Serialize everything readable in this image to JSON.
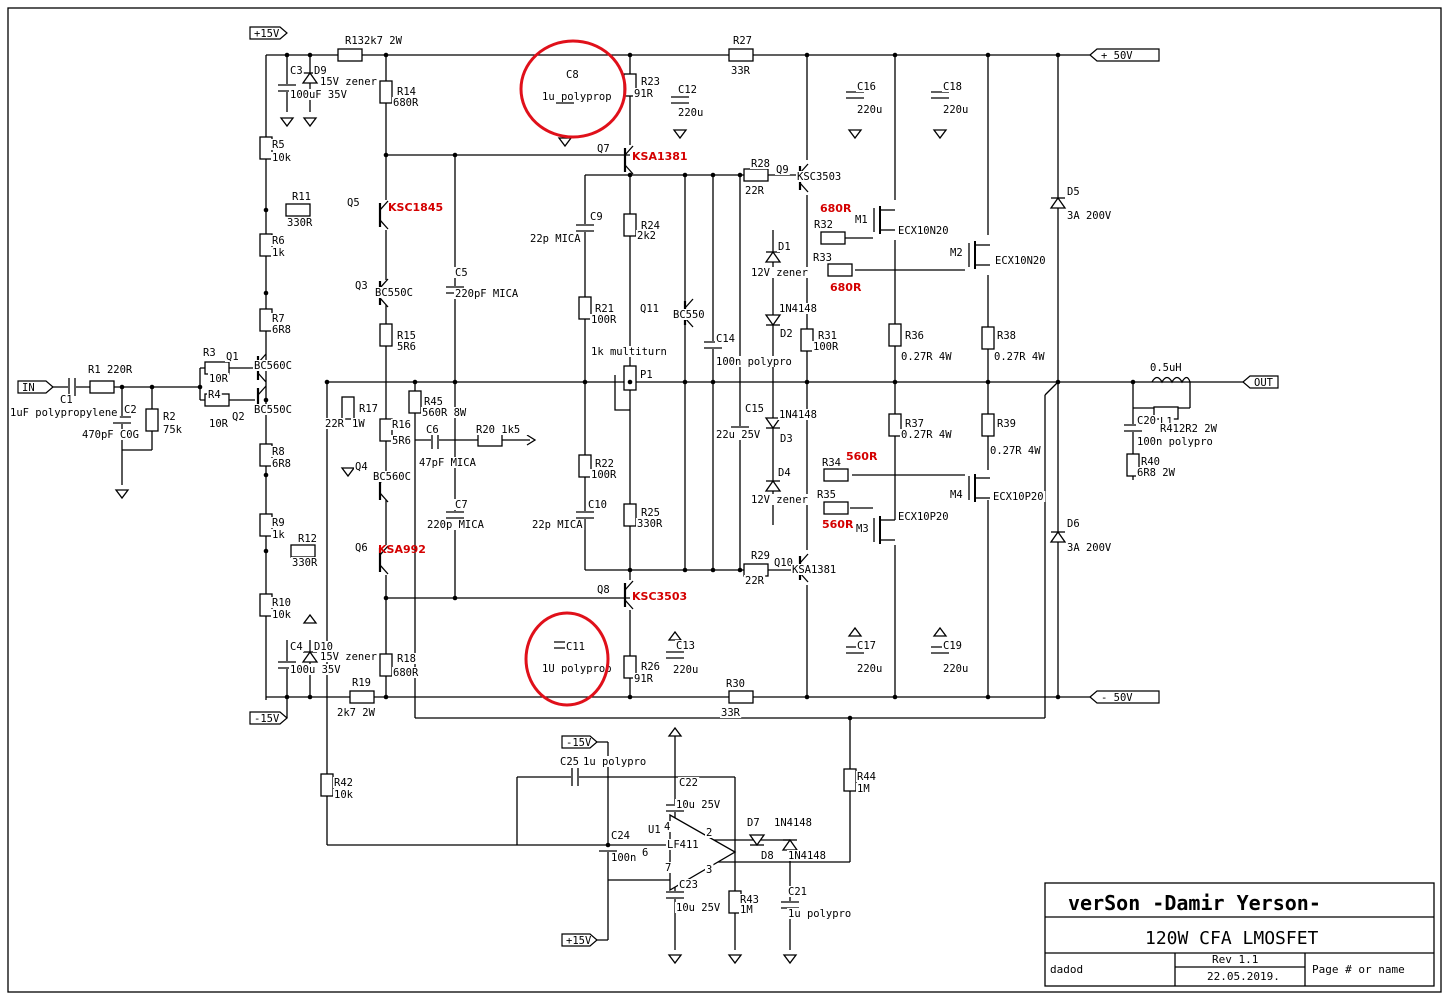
{
  "power_rails": {
    "pos15": "+15V",
    "neg15": "-15V",
    "pos50": "+ 50V",
    "neg50": "- 50V",
    "in": "IN",
    "out": "OUT",
    "opamp_pos15": "+15V",
    "opamp_neg15": "-15V"
  },
  "parts": [
    {
      "id": "r1",
      "text": "R1  220R"
    },
    {
      "id": "c1",
      "text": "C1"
    },
    {
      "id": "c1v",
      "text": "1uF polypropylene"
    },
    {
      "id": "c2",
      "text": "C2"
    },
    {
      "id": "c2v",
      "text": "470pF C0G"
    },
    {
      "id": "r2",
      "text": "R2"
    },
    {
      "id": "r2v",
      "text": "75k"
    },
    {
      "id": "r3",
      "text": "R3"
    },
    {
      "id": "r3v",
      "text": "10R"
    },
    {
      "id": "r4",
      "text": "R4"
    },
    {
      "id": "r4v",
      "text": "10R"
    },
    {
      "id": "q1",
      "text": "Q1"
    },
    {
      "id": "q1v",
      "text": "BC560C"
    },
    {
      "id": "q2",
      "text": "Q2"
    },
    {
      "id": "q2v",
      "text": "BC550C"
    },
    {
      "id": "c3",
      "text": "C3"
    },
    {
      "id": "c3v",
      "text": "100uF 35V"
    },
    {
      "id": "d9",
      "text": "D9"
    },
    {
      "id": "d9v",
      "text": "15V zener"
    },
    {
      "id": "r13",
      "text": "R132k7 2W"
    },
    {
      "id": "r14",
      "text": "R14"
    },
    {
      "id": "r14v",
      "text": "680R"
    },
    {
      "id": "r5",
      "text": "R5"
    },
    {
      "id": "r5v",
      "text": "10k"
    },
    {
      "id": "r11",
      "text": "R11"
    },
    {
      "id": "r11v",
      "text": "330R"
    },
    {
      "id": "q5",
      "text": "Q5"
    },
    {
      "id": "r6",
      "text": "R6"
    },
    {
      "id": "r6v",
      "text": "1k"
    },
    {
      "id": "q3",
      "text": "Q3"
    },
    {
      "id": "q3v",
      "text": "BC550C"
    },
    {
      "id": "r7",
      "text": "R7"
    },
    {
      "id": "r7v",
      "text": "6R8"
    },
    {
      "id": "r15",
      "text": "R15"
    },
    {
      "id": "r15v",
      "text": "5R6"
    },
    {
      "id": "r17",
      "text": "R17"
    },
    {
      "id": "r17a",
      "text": "22R"
    },
    {
      "id": "r17b",
      "text": "1W"
    },
    {
      "id": "r16",
      "text": "R16"
    },
    {
      "id": "r16v",
      "text": "5R6"
    },
    {
      "id": "r45",
      "text": "R45"
    },
    {
      "id": "r45v",
      "text": "560R 8W"
    },
    {
      "id": "r8",
      "text": "R8"
    },
    {
      "id": "r8v",
      "text": "6R8"
    },
    {
      "id": "q4",
      "text": "Q4"
    },
    {
      "id": "q4v",
      "text": "BC560C"
    },
    {
      "id": "r9",
      "text": "R9"
    },
    {
      "id": "r9v",
      "text": "1k"
    },
    {
      "id": "r12",
      "text": "R12"
    },
    {
      "id": "r12v",
      "text": "330R"
    },
    {
      "id": "q6",
      "text": "Q6"
    },
    {
      "id": "r10",
      "text": "R10"
    },
    {
      "id": "r10v",
      "text": "10k"
    },
    {
      "id": "c4",
      "text": "C4"
    },
    {
      "id": "c4v",
      "text": "100u 35V"
    },
    {
      "id": "d10",
      "text": "D10"
    },
    {
      "id": "d10v",
      "text": "15V zener"
    },
    {
      "id": "r18",
      "text": "R18"
    },
    {
      "id": "r18v",
      "text": "680R"
    },
    {
      "id": "r19",
      "text": "R19"
    },
    {
      "id": "r19v",
      "text": "2k7 2W"
    },
    {
      "id": "c5",
      "text": "C5"
    },
    {
      "id": "c5v",
      "text": "220pF MICA"
    },
    {
      "id": "c6",
      "text": "C6"
    },
    {
      "id": "c6v",
      "text": "47pF MICA"
    },
    {
      "id": "r20",
      "text": "R20  1k5"
    },
    {
      "id": "c7",
      "text": "C7"
    },
    {
      "id": "c7v",
      "text": "220p MICA"
    },
    {
      "id": "c8",
      "text": "C8"
    },
    {
      "id": "c8v",
      "text": "1u polyprop"
    },
    {
      "id": "r23",
      "text": "R23"
    },
    {
      "id": "r23v",
      "text": "91R"
    },
    {
      "id": "c12",
      "text": "C12"
    },
    {
      "id": "c12v",
      "text": "220u"
    },
    {
      "id": "q7",
      "text": "Q7"
    },
    {
      "id": "c9",
      "text": "C9"
    },
    {
      "id": "c9v",
      "text": "22p MICA"
    },
    {
      "id": "r24",
      "text": "R24"
    },
    {
      "id": "r24v",
      "text": "2k2"
    },
    {
      "id": "r21",
      "text": "R21"
    },
    {
      "id": "r21v",
      "text": "100R"
    },
    {
      "id": "q11",
      "text": "Q11"
    },
    {
      "id": "q11v",
      "text": "BC550"
    },
    {
      "id": "p1l",
      "text": "1k multiturn"
    },
    {
      "id": "p1",
      "text": "P1"
    },
    {
      "id": "r22",
      "text": "R22"
    },
    {
      "id": "r22v",
      "text": "100R"
    },
    {
      "id": "c10",
      "text": "C10"
    },
    {
      "id": "c10v",
      "text": "22p MICA"
    },
    {
      "id": "r25",
      "text": "R25"
    },
    {
      "id": "r25v",
      "text": "330R"
    },
    {
      "id": "q8",
      "text": "Q8"
    },
    {
      "id": "c11",
      "text": "C11"
    },
    {
      "id": "c11v",
      "text": "1U polyprop"
    },
    {
      "id": "r26",
      "text": "R26"
    },
    {
      "id": "r26v",
      "text": "91R"
    },
    {
      "id": "c13",
      "text": "C13"
    },
    {
      "id": "c13v",
      "text": "220u"
    },
    {
      "id": "c14",
      "text": "C14"
    },
    {
      "id": "c14v",
      "text": "100n polypro"
    },
    {
      "id": "c15",
      "text": "C15"
    },
    {
      "id": "c15v",
      "text": "22u 25V"
    },
    {
      "id": "r27",
      "text": "R27"
    },
    {
      "id": "r27v",
      "text": "33R"
    },
    {
      "id": "r28",
      "text": "R28"
    },
    {
      "id": "r28v",
      "text": "22R"
    },
    {
      "id": "q9",
      "text": "Q9"
    },
    {
      "id": "q9v",
      "text": "KSC3503"
    },
    {
      "id": "r32",
      "text": "R32"
    },
    {
      "id": "m1",
      "text": "M1"
    },
    {
      "id": "m1v",
      "text": "ECX10N20"
    },
    {
      "id": "d1",
      "text": "D1"
    },
    {
      "id": "d1v",
      "text": "12V zener"
    },
    {
      "id": "r33",
      "text": "R33"
    },
    {
      "id": "m2",
      "text": "M2"
    },
    {
      "id": "m2v",
      "text": "ECX10N20"
    },
    {
      "id": "d2v",
      "text": "1N4148"
    },
    {
      "id": "d2",
      "text": "D2"
    },
    {
      "id": "r31",
      "text": "R31"
    },
    {
      "id": "r31v",
      "text": "100R"
    },
    {
      "id": "d3v",
      "text": "1N4148"
    },
    {
      "id": "d3",
      "text": "D3"
    },
    {
      "id": "d4",
      "text": "D4"
    },
    {
      "id": "d4v",
      "text": "12V zener"
    },
    {
      "id": "r34",
      "text": "R34"
    },
    {
      "id": "r35",
      "text": "R35"
    },
    {
      "id": "m3",
      "text": "M3"
    },
    {
      "id": "m3v",
      "text": "ECX10P20"
    },
    {
      "id": "m4",
      "text": "M4"
    },
    {
      "id": "m4v",
      "text": "ECX10P20"
    },
    {
      "id": "r29",
      "text": "R29"
    },
    {
      "id": "r29v",
      "text": "22R"
    },
    {
      "id": "q10",
      "text": "Q10"
    },
    {
      "id": "q10v",
      "text": "KSA1381"
    },
    {
      "id": "r30",
      "text": "R30"
    },
    {
      "id": "r30v",
      "text": "33R"
    },
    {
      "id": "c16",
      "text": "C16"
    },
    {
      "id": "c16v",
      "text": "220u"
    },
    {
      "id": "c18",
      "text": "C18"
    },
    {
      "id": "c18v",
      "text": "220u"
    },
    {
      "id": "c17",
      "text": "C17"
    },
    {
      "id": "c17v",
      "text": "220u"
    },
    {
      "id": "c19",
      "text": "C19"
    },
    {
      "id": "c19v",
      "text": "220u"
    },
    {
      "id": "r36",
      "text": "R36"
    },
    {
      "id": "r36v",
      "text": "0.27R 4W"
    },
    {
      "id": "r38",
      "text": "R38"
    },
    {
      "id": "r38v",
      "text": "0.27R 4W"
    },
    {
      "id": "r37",
      "text": "R37"
    },
    {
      "id": "r37v",
      "text": "0.27R 4W"
    },
    {
      "id": "r39",
      "text": "R39"
    },
    {
      "id": "r39v",
      "text": "0.27R 4W"
    },
    {
      "id": "d5",
      "text": "D5"
    },
    {
      "id": "d5v",
      "text": "3A 200V"
    },
    {
      "id": "d6",
      "text": "D6"
    },
    {
      "id": "d6v",
      "text": "3A 200V"
    },
    {
      "id": "l1v",
      "text": "0.5uH"
    },
    {
      "id": "l1",
      "text": "L1"
    },
    {
      "id": "c20",
      "text": "C20"
    },
    {
      "id": "c20v",
      "text": "100n polypro"
    },
    {
      "id": "r41",
      "text": "R412R2 2W"
    },
    {
      "id": "r40",
      "text": "R40"
    },
    {
      "id": "r40v",
      "text": "6R8 2W"
    },
    {
      "id": "c25",
      "text": "C25"
    },
    {
      "id": "c25v",
      "text": "1u polypro"
    },
    {
      "id": "c22",
      "text": "C22"
    },
    {
      "id": "c22v",
      "text": "10u 25V"
    },
    {
      "id": "c24",
      "text": "C24"
    },
    {
      "id": "c24v",
      "text": "100n"
    },
    {
      "id": "u1",
      "text": "U1"
    },
    {
      "id": "u1v",
      "text": "LF411"
    },
    {
      "id": "c23",
      "text": "C23"
    },
    {
      "id": "c23v",
      "text": "10u 25V"
    },
    {
      "id": "d7",
      "text": "D7"
    },
    {
      "id": "d7v",
      "text": "1N4148"
    },
    {
      "id": "d8",
      "text": "D8"
    },
    {
      "id": "d8v",
      "text": "1N4148"
    },
    {
      "id": "r43",
      "text": "R43"
    },
    {
      "id": "r43v",
      "text": "1M"
    },
    {
      "id": "c21",
      "text": "C21"
    },
    {
      "id": "c21v",
      "text": "1u polypro"
    },
    {
      "id": "r42",
      "text": "R42"
    },
    {
      "id": "r42v",
      "text": "10k"
    },
    {
      "id": "r44",
      "text": "R44"
    },
    {
      "id": "r44v",
      "text": "1M"
    },
    {
      "id": "pin4",
      "text": "4"
    },
    {
      "id": "pin2",
      "text": "2"
    },
    {
      "id": "pin6",
      "text": "6"
    },
    {
      "id": "pin7",
      "text": "7"
    },
    {
      "id": "pin3",
      "text": "3"
    }
  ],
  "annotations": [
    {
      "id": "ksa1381a",
      "text": "KSA1381"
    },
    {
      "id": "ksc1845",
      "text": "KSC1845"
    },
    {
      "id": "ksa992",
      "text": "KSA992"
    },
    {
      "id": "ksc3503",
      "text": "KSC3503"
    },
    {
      "id": "r32v",
      "text": "680R"
    },
    {
      "id": "r33v",
      "text": "680R"
    },
    {
      "id": "r34v",
      "text": "560R"
    },
    {
      "id": "r35v",
      "text": "560R"
    }
  ],
  "title_block": {
    "company": "verSon  -Damir Yerson-",
    "title": "120W CFA LMOSFET",
    "author": "dadod",
    "revision": "Rev 1.1",
    "date": "22.05.2019.",
    "page": "Page # or name"
  },
  "colors": {
    "highlight": "#e0101a",
    "annotation": "#d40000",
    "ink": "#000000"
  }
}
